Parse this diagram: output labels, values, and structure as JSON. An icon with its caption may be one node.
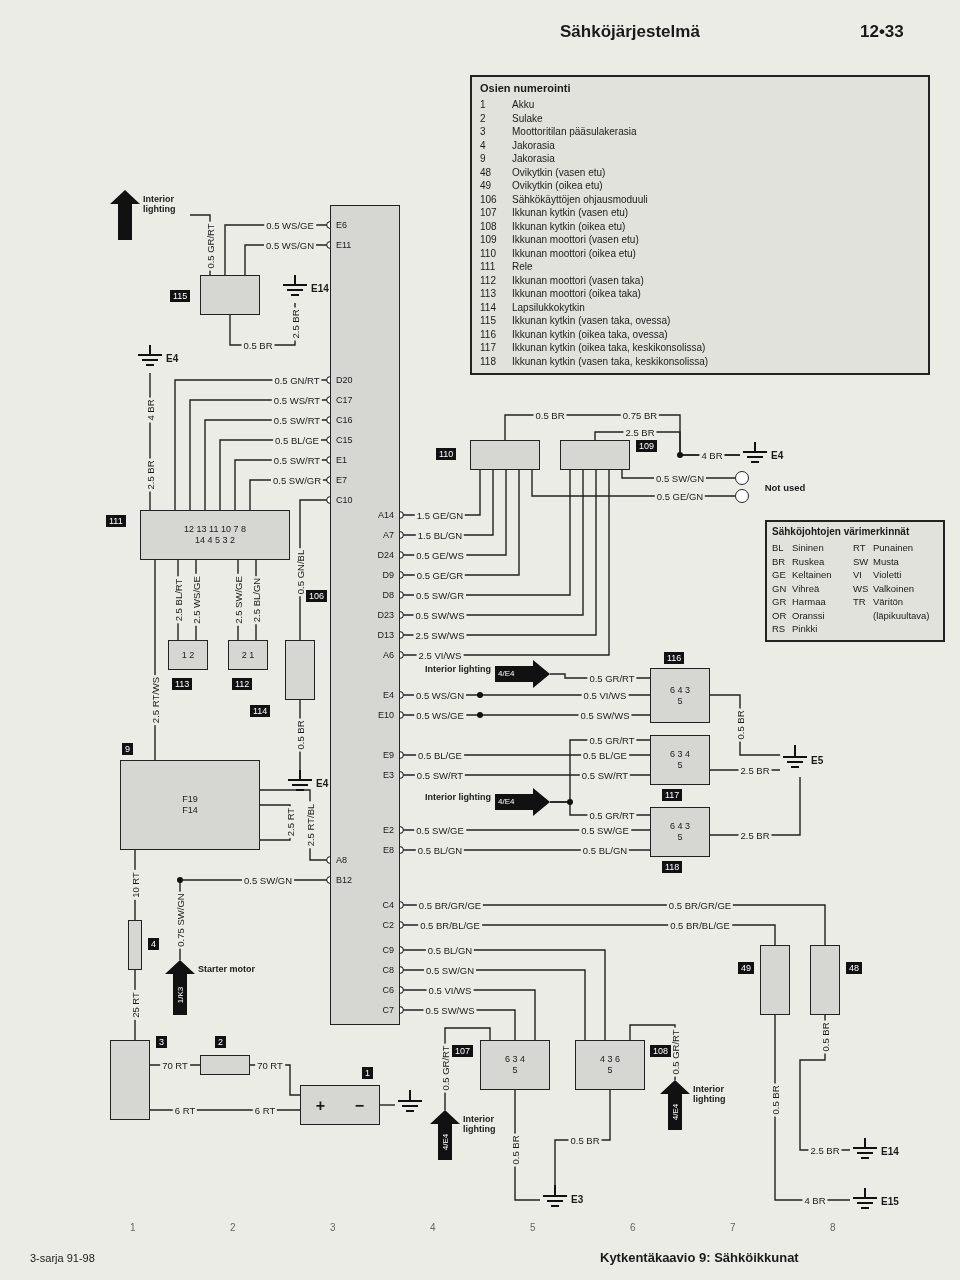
{
  "diagram": {
    "title": "Kytkentäkaavio 9: Sähköikkunat",
    "nodes": [
      {
        "text": [],
        "shape": "box",
        "beside": [
          "115"
        ]
      },
      {
        "text": [
          "Interior lighting"
        ]
      },
      {
        "text": [
          "E14"
        ]
      },
      {
        "text": [],
        "shape": "box",
        "beside": [
          "106"
        ]
      },
      {
        "text": [
          "12 13 11 10 7 8",
          "14 4 5 3 2"
        ],
        "beside": [
          "111"
        ]
      },
      {
        "text": [
          "E4"
        ]
      },
      {
        "text": [
          "1 2"
        ],
        "beside": [
          "113"
        ]
      },
      {
        "text": [
          "2 1"
        ],
        "beside": [
          "112"
        ]
      },
      {
        "text": [],
        "shape": "box",
        "beside": [
          "114"
        ]
      },
      {
        "text": [
          "E4"
        ]
      },
      {
        "text": [],
        "shape": "box",
        "beside": [
          "110"
        ]
      },
      {
        "text": [],
        "shape": "box",
        "beside": [
          "109"
        ]
      },
      {
        "text": [
          "E4"
        ]
      },
      {
        "text": [],
        "shape": "circle"
      },
      {
        "text": [],
        "shape": "circle"
      },
      {
        "text": [
          "4/E4",
          "Interior lighting"
        ]
      },
      {
        "text": [
          "6 4 3",
          "5"
        ],
        "beside": [
          "116"
        ]
      },
      {
        "text": [
          "6 3 4",
          "5"
        ],
        "beside": [
          "117"
        ]
      },
      {
        "text": [
          "6 4 3",
          "5"
        ],
        "beside": [
          "118"
        ]
      },
      {
        "text": [
          "4/E4",
          "Interior lighting"
        ]
      },
      {
        "text": [
          "E5"
        ]
      },
      {
        "text": [
          "F19",
          "F14"
        ],
        "beside": [
          "9"
        ]
      },
      {
        "text": [],
        "shape": "box",
        "beside": [
          "4"
        ]
      },
      {
        "text": [
          "1/K3",
          "Starter motor"
        ]
      },
      {
        "text": [],
        "shape": "box",
        "beside": [
          "3"
        ]
      },
      {
        "text": [],
        "shape": "box",
        "beside": [
          "2"
        ]
      },
      {
        "text": [
          "+",
          "−"
        ],
        "beside": [
          "1"
        ]
      },
      {
        "text": [],
        "shape": "ground"
      },
      {
        "text": [
          "6 3 4",
          "5"
        ],
        "beside": [
          "107"
        ]
      },
      {
        "text": [
          "4 3 6",
          "5"
        ],
        "beside": [
          "108"
        ]
      },
      {
        "text": [],
        "shape": "box",
        "beside": [
          "49"
        ]
      },
      {
        "text": [],
        "shape": "box",
        "beside": [
          "48"
        ]
      },
      {
        "text": [
          "4/E4",
          "Interior lighting"
        ]
      },
      {
        "text": [
          "E3"
        ]
      },
      {
        "text": [
          "4/E4",
          "Interior lighting"
        ]
      },
      {
        "text": [
          "E14"
        ]
      },
      {
        "text": [
          "E15"
        ]
      }
    ],
    "edges": [
      {
        "from": 0,
        "to": 3,
        "arrow": "other",
        "label": "0.5 WS/GE"
      },
      {
        "from": 0,
        "to": 3,
        "arrow": "other",
        "label": "0.5 WS/GN"
      },
      {
        "from": 0,
        "to": 1,
        "arrow": "none",
        "label": "0.5 GR/RT"
      },
      {
        "from": 0,
        "to": 2,
        "arrow": "none",
        "label": "0.5 BR"
      },
      {
        "from": 4,
        "to": 3,
        "arrow": "other",
        "label": "0.5 GN/RT"
      },
      {
        "from": 4,
        "to": 3,
        "arrow": "other",
        "label": "0.5 WS/RT"
      },
      {
        "from": 4,
        "to": 3,
        "arrow": "other",
        "label": "0.5 SW/RT"
      },
      {
        "from": 4,
        "to": 3,
        "arrow": "other",
        "label": "0.5 BL/GE"
      },
      {
        "from": 4,
        "to": 3,
        "arrow": "other",
        "label": "0.5 SW/RT"
      },
      {
        "from": 4,
        "to": 3,
        "arrow": "other",
        "label": "0.5 SW/GR"
      },
      {
        "from": 4,
        "to": 5,
        "arrow": "none",
        "label": "2.5 BR"
      },
      {
        "from": 4,
        "to": 21,
        "arrow": "none",
        "label": "2.5 RT/WS"
      },
      {
        "from": 4,
        "to": 6,
        "arrow": "none",
        "label": "2.5 BL/RT"
      },
      {
        "from": 4,
        "to": 6,
        "arrow": "none",
        "label": "2.5 WS/GE"
      },
      {
        "from": 4,
        "to": 7,
        "arrow": "none",
        "label": "2.5 SW/GE"
      },
      {
        "from": 4,
        "to": 7,
        "arrow": "none",
        "label": "2.5 BL/GN"
      },
      {
        "from": 3,
        "to": 8,
        "arrow": "other",
        "label": "0.5 GN/BL"
      },
      {
        "from": 8,
        "to": 9,
        "arrow": "none",
        "label": "0.5 BR"
      },
      {
        "from": 3,
        "to": 10,
        "arrow": "other",
        "label": "1.5 GE/GN"
      },
      {
        "from": 3,
        "to": 10,
        "arrow": "other",
        "label": "1.5 BL/GN"
      },
      {
        "from": 3,
        "to": 10,
        "arrow": "other",
        "label": "0.5 GE/WS"
      },
      {
        "from": 3,
        "to": 10,
        "arrow": "other",
        "label": "0.5 GE/GR"
      },
      {
        "from": 3,
        "to": 11,
        "arrow": "other",
        "label": "0.5 SW/GR"
      },
      {
        "from": 3,
        "to": 11,
        "arrow": "other",
        "label": "0.5 SW/WS"
      },
      {
        "from": 3,
        "to": 11,
        "arrow": "other",
        "label": "2.5 SW/WS"
      },
      {
        "from": 3,
        "to": 11,
        "arrow": "other",
        "label": "2.5 VI/WS"
      },
      {
        "from": 10,
        "to": 12,
        "arrow": "none",
        "label": "0.5 BR"
      },
      {
        "from": 11,
        "to": 12,
        "arrow": "none",
        "label": "2.5 BR"
      },
      {
        "from": 11,
        "to": 13,
        "arrow": "none",
        "label": "0.5 SW/GN"
      },
      {
        "from": 10,
        "to": 14,
        "arrow": "none",
        "label": "0.5 GE/GN"
      },
      {
        "from": 15,
        "to": 16,
        "arrow": "none",
        "label": "0.5 GR/RT"
      },
      {
        "from": 3,
        "to": 16,
        "arrow": "other",
        "label": "0.5 WS/GN"
      },
      {
        "from": 3,
        "to": 16,
        "arrow": "other",
        "label": "0.5 WS/GE"
      },
      {
        "from": 16,
        "to": 20,
        "arrow": "none",
        "label": "0.5 BR"
      },
      {
        "from": 19,
        "to": 17,
        "arrow": "none",
        "label": "0.5 GR/RT"
      },
      {
        "from": 3,
        "to": 17,
        "arrow": "other",
        "label": "0.5 BL/GE"
      },
      {
        "from": 3,
        "to": 17,
        "arrow": "other",
        "label": "0.5 SW/RT"
      },
      {
        "from": 17,
        "to": 20,
        "arrow": "none",
        "label": "2.5 BR"
      },
      {
        "from": 19,
        "to": 18,
        "arrow": "none",
        "label": "0.5 GR/RT"
      },
      {
        "from": 3,
        "to": 18,
        "arrow": "other",
        "label": "0.5 SW/GE"
      },
      {
        "from": 3,
        "to": 18,
        "arrow": "other",
        "label": "0.5 BL/GN"
      },
      {
        "from": 18,
        "to": 20,
        "arrow": "none",
        "label": "2.5 BR"
      },
      {
        "from": 21,
        "to": 3,
        "arrow": "other",
        "label": "2.5 RT/BL"
      },
      {
        "from": 21,
        "to": 21,
        "arrow": "none",
        "label": "2.5 RT"
      },
      {
        "from": 23,
        "to": 3,
        "arrow": "other",
        "label": "0.5 SW/GN"
      },
      {
        "from": 21,
        "to": 22,
        "arrow": "none",
        "label": "10 RT"
      },
      {
        "from": 22,
        "to": 24,
        "arrow": "none",
        "label": "25 RT"
      },
      {
        "from": 24,
        "to": 25,
        "arrow": "none",
        "label": "70 RT"
      },
      {
        "from": 25,
        "to": 26,
        "arrow": "none",
        "label": "70 RT"
      },
      {
        "from": 24,
        "to": 26,
        "arrow": "none",
        "label": "6 RT"
      },
      {
        "from": 26,
        "to": 27,
        "arrow": "none"
      },
      {
        "from": 3,
        "to": 31,
        "arrow": "other",
        "label": "0.5 BR/GR/GE"
      },
      {
        "from": 3,
        "to": 30,
        "arrow": "other",
        "label": "0.5 BR/BL/GE"
      },
      {
        "from": 3,
        "to": 29,
        "arrow": "other",
        "label": "0.5 BL/GN"
      },
      {
        "from": 3,
        "to": 29,
        "arrow": "other",
        "label": "0.5 SW/GN"
      },
      {
        "from": 3,
        "to": 28,
        "arrow": "other",
        "label": "0.5 VI/WS"
      },
      {
        "from": 3,
        "to": 28,
        "arrow": "other",
        "label": "0.5 SW/WS"
      },
      {
        "from": 32,
        "to": 28,
        "arrow": "none",
        "label": "0.5 GR/RT"
      },
      {
        "from": 34,
        "to": 29,
        "arrow": "none",
        "label": "0.5 GR/RT"
      },
      {
        "from": 28,
        "to": 33,
        "arrow": "none",
        "label": "0.5 BR"
      },
      {
        "from": 29,
        "to": 33,
        "arrow": "none",
        "label": "0.5 BR"
      },
      {
        "from": 30,
        "to": 36,
        "arrow": "none",
        "label": "0.5 BR"
      },
      {
        "from": 31,
        "to": 35,
        "arrow": "none",
        "label": "0.5 BR"
      }
    ],
    "labels": [
      "Sähköjärjestelmä",
      "12•33",
      "E6",
      "E11",
      "D20",
      "C17",
      "C16",
      "C15",
      "E1",
      "E7",
      "C10",
      "A8",
      "B12",
      "A14",
      "A7",
      "D24",
      "D9",
      "D8",
      "D23",
      "D13",
      "A6",
      "E4",
      "E10",
      "E9",
      "E3",
      "E2",
      "E8",
      "C4",
      "C2",
      "C9",
      "C8",
      "C6",
      "C7",
      "2.5 BR",
      "4 BR",
      "0.75 BR",
      "4 BR",
      "Not used",
      "0.5 VI/WS",
      "0.5 SW/WS",
      "0.5 BL/GE",
      "0.5 SW/RT",
      "0.5 SW/GE",
      "0.5 BL/GN",
      "0.75 SW/GN",
      "6 RT",
      "0.5 BR/GR/GE",
      "0.5 BR/BL/GE",
      "4 BR",
      "2.5 BR",
      "Osien numerointi",
      "1",
      "Akku",
      "2",
      "Sulake",
      "3",
      "Moottoritilan pääsulakerasia",
      "4",
      "Jakorasia",
      "9",
      "Jakorasia",
      "48",
      "Ovikytkin (vasen etu)",
      "49",
      "Ovikytkin (oikea etu)",
      "106",
      "Sähkökäyttöjen ohjausmoduuli",
      "107",
      "Ikkunan kytkin (vasen etu)",
      "108",
      "Ikkunan kytkin (oikea etu)",
      "109",
      "Ikkunan moottori (vasen etu)",
      "110",
      "Ikkunan moottori (oikea etu)",
      "111",
      "Rele",
      "112",
      "Ikkunan moottori (vasen taka)",
      "113",
      "Ikkunan moottori (oikea taka)",
      "114",
      "Lapsilukkokytkin",
      "115",
      "Ikkunan kytkin (vasen taka, ovessa)",
      "116",
      "Ikkunan kytkin (oikea taka, ovessa)",
      "117",
      "Ikkunan kytkin (oikea taka, keskikonsolissa)",
      "118",
      "Ikkunan kytkin (vasen taka, keskikonsolissa)",
      "Sähköjohtojen värimerkinnät",
      "BL",
      "Sininen",
      "RT",
      "Punainen",
      "BR",
      "Ruskea",
      "SW",
      "Musta",
      "GE",
      "Keltainen",
      "VI",
      "Violetti",
      "GN",
      "Vihreä",
      "WS",
      "Valkoinen",
      "GR",
      "Harmaa",
      "TR",
      "Väritön",
      "OR",
      "Oranssi",
      "(läpikuultava)",
      "RS",
      "Pinkki",
      "1",
      "2",
      "3",
      "4",
      "5",
      "6",
      "7",
      "8",
      "3-sarja 91-98"
    ]
  }
}
